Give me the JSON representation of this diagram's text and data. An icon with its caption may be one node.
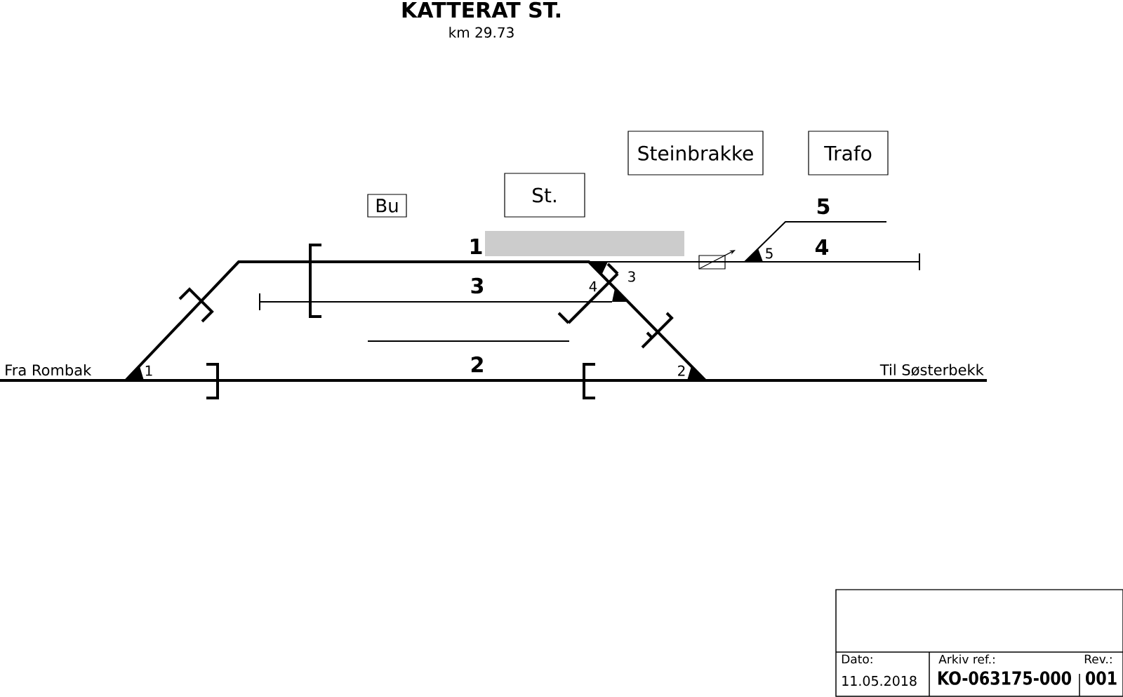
{
  "diagram": {
    "title": "KATTERAT ST.",
    "nodes": [
      {
        "text": [
          "Bu"
        ]
      },
      {
        "text": [
          "St."
        ]
      },
      {
        "text": [
          "Steinbrakke"
        ]
      },
      {
        "text": [
          "Trafo"
        ]
      }
    ],
    "labels": [
      "km 29.73",
      "5",
      "1",
      "5",
      "4",
      "3",
      "4",
      "3",
      "Fra Rombak",
      "1",
      "2",
      "2",
      "Til Søsterbekk",
      "Dato:",
      "Arkiv ref.:",
      "Rev.:",
      "11.05.2018",
      "KO-063175-000",
      "001"
    ]
  }
}
